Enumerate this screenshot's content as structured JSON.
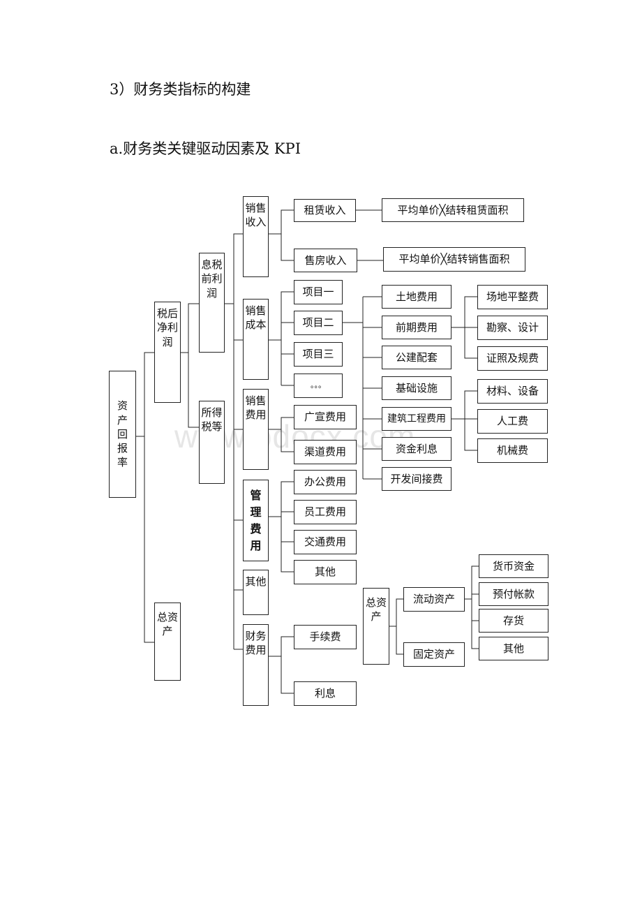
{
  "headings": {
    "section": "3）财务类指标的构建",
    "subsection": "a.财务类关键驱动因素及 KPI"
  },
  "watermark": "www.bdocx.com",
  "nodes": {
    "root": "资\n产\n回\n报\n率",
    "net_profit": "税后\n净利\n润",
    "total_assets_l1": "总资\n产",
    "ebit": "息税\n前利\n润",
    "income_tax": "所得\n税等",
    "sales_revenue": "销售\n收入",
    "sales_cost": "销售\n成本",
    "selling_expense": "销售\n费用",
    "admin_expense": "管\n理\n费\n用",
    "other_l3": "其他",
    "finance_expense": "财务\n费用",
    "rental_income": "租赁收入",
    "housing_income": "售房收入",
    "rental_formula": "平均单价╳结转租赁面积",
    "housing_formula": "平均单价╳结转销售面积",
    "project_1": "项目一",
    "project_2": "项目二",
    "project_3": "项目三",
    "project_more": "。。。",
    "land_cost": "土地费用",
    "preliminary_cost": "前期费用",
    "public_facilities": "公建配套",
    "infrastructure": "基础设施",
    "construction_cost": "建筑工程费用",
    "capital_interest": "资金利息",
    "indirect_cost": "开发间接费",
    "site_leveling": "场地平整费",
    "survey_design": "勘察、设计",
    "permits_fees": "证照及规费",
    "materials_equipment": "材料、设备",
    "labor": "人工费",
    "machinery": "机械费",
    "advertising": "广宣费用",
    "channel": "渠道费用",
    "office": "办公费用",
    "staff": "员工费用",
    "transport": "交通费用",
    "admin_other": "其他",
    "handling_fee": "手续费",
    "interest": "利息",
    "total_assets_l2": "总资\n产",
    "current_assets": "流动资产",
    "fixed_assets": "固定资产",
    "cash": "货币资金",
    "prepayments": "预付帐款",
    "inventory": "存货",
    "assets_other": "其他"
  }
}
